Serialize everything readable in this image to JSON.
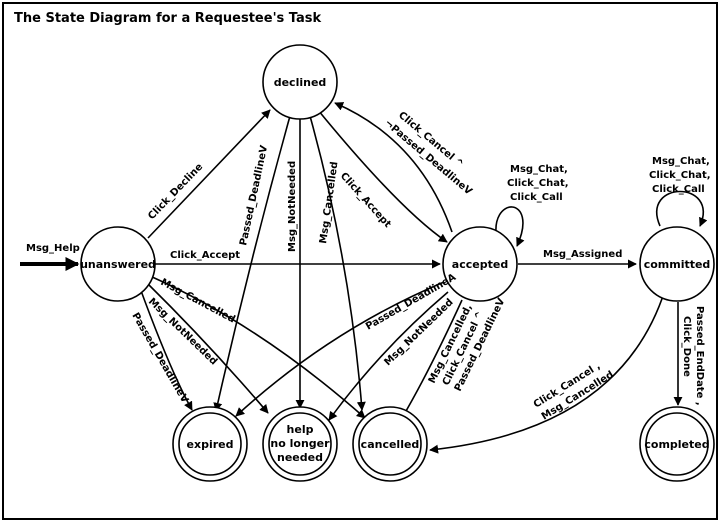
{
  "title": "The State Diagram for a Requestee's Task",
  "states": {
    "unanswered": "unanswered",
    "declined": "declined",
    "accepted": "accepted",
    "committed": "committed",
    "expired": "expired",
    "help_line1": "help",
    "help_line2": "no longer",
    "help_line3": "needed",
    "cancelled": "cancelled",
    "completed": "completed"
  },
  "transitions": {
    "msg_help": "Msg_Help",
    "click_decline": "Click_Decline",
    "click_accept_un": "Click_Accept",
    "passed_deadlinev_un": "Passed_DeadlineV",
    "msg_notneeded_un": "Msg_NotNeeded",
    "msg_cancelled_un": "Msg_Cancelled",
    "passed_deadlinev_dec": "Passed_DeadlineV",
    "msg_notneeded_dec": "Msg_NotNeeded",
    "msg_cancelled_dec": "Msg_Cancelled",
    "click_accept_dec": "Click_Accept",
    "cancel_acc_1": "Click_Cancel ^",
    "cancel_acc_2": "¬Passed_DeadlineV",
    "self_acc_1": "Msg_Chat,",
    "self_acc_2": "Click_Chat,",
    "self_acc_3": "Click_Call",
    "msg_assigned": "Msg_Assigned",
    "self_com_1": "Msg_Chat,",
    "self_com_2": "Click_Chat,",
    "self_com_3": "Click_Call",
    "passed_deadlinea": "Passed_DeadlineA",
    "msg_notneeded_acc": "Msg_NotNeeded",
    "acc_cancel_1": "Msg_Cancelled,",
    "acc_cancel_2": "Click_Cancel ^",
    "acc_cancel_3": "Passed_DeadlineV",
    "com_cancel_1": "Click_Cancel ,",
    "com_cancel_2": "Msg_Cancelled",
    "com_done_1": "Passed_EndDate ,",
    "com_done_2": "Click_Done"
  }
}
